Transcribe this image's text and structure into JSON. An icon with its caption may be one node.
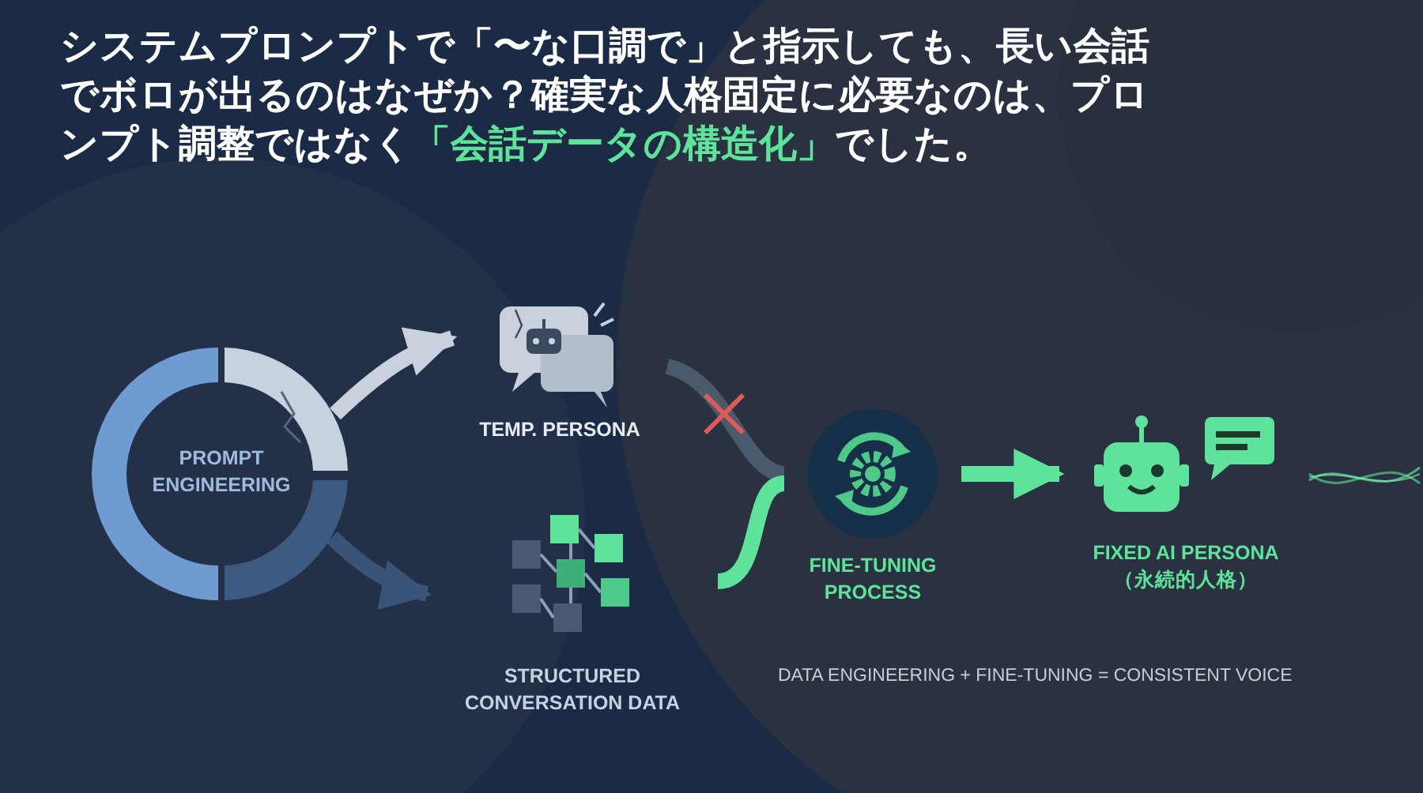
{
  "diagram": {
    "title": "システムプロンプトで「〜な口調で」と指示しても、長い会話でボロが出るのはなぜか？確実な人格固定に必要なのは、プロンプト調整ではなく**「会話データの構造化」**でした。",
    "nodes": [
      {
        "text": [
          "PROMPT ENGINEERING"
        ]
      },
      {
        "text": [
          "TEMP. PERSONA"
        ]
      },
      {
        "text": [
          "STRUCTURED CONVERSATION DATA"
        ]
      },
      {
        "text": [
          "FINE-TUNING PROCESS"
        ]
      },
      {
        "text": [
          "FIXED AI PERSONA （永続的人格）"
        ]
      }
    ],
    "edges": [
      {
        "from": 0,
        "to": 1,
        "arrow": "to",
        "color": "#c9d2dc"
      },
      {
        "from": 0,
        "to": 2,
        "arrow": "to",
        "color": "#3a5478"
      },
      {
        "from": 1,
        "to": 3,
        "arrow": "none",
        "color": "#4a5a6c"
      },
      {
        "from": 2,
        "to": 3,
        "arrow": "none",
        "color": "#5fe39a"
      },
      {
        "from": 3,
        "to": 4,
        "arrow": "to",
        "color": "#5fe39a"
      }
    ],
    "labels": [
      "DATA ENGINEERING + FINE-TUNING = CONSISTENT VOICE"
    ]
  }
}
